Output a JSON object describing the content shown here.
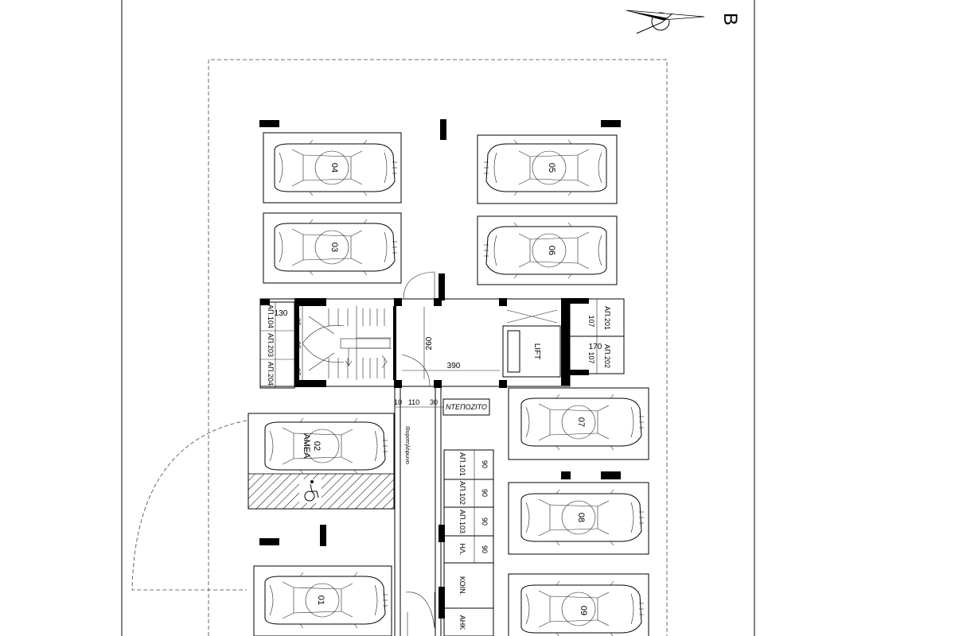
{
  "north": {
    "letter": "B"
  },
  "parking": {
    "spaces": [
      {
        "id": "04",
        "accessible_label": ""
      },
      {
        "id": "05",
        "accessible_label": ""
      },
      {
        "id": "03",
        "accessible_label": ""
      },
      {
        "id": "06",
        "accessible_label": ""
      },
      {
        "id": "07",
        "accessible_label": ""
      },
      {
        "id": "02",
        "accessible_label": "ΑΜΕΑ"
      },
      {
        "id": "08",
        "accessible_label": ""
      },
      {
        "id": "01",
        "accessible_label": ""
      },
      {
        "id": "09",
        "accessible_label": ""
      }
    ]
  },
  "storage_left": [
    {
      "label": "ΑΠ.104",
      "size": "85"
    },
    {
      "label": "ΑΠ.203",
      "size": "85"
    },
    {
      "label": "ΑΠ.204",
      "size": "85"
    }
  ],
  "storage_left_width": "130",
  "storage_right": [
    {
      "label": "ΑΠ.201",
      "size": "107"
    },
    {
      "label": "ΑΠ.202",
      "size": "107"
    }
  ],
  "storage_right_width": "170",
  "lower_rooms": [
    {
      "label": "ΑΠ.101",
      "size": "90"
    },
    {
      "label": "ΑΠ.102",
      "size": "90"
    },
    {
      "label": "ΑΠ.103",
      "size": "90"
    },
    {
      "label": "ΗΛ.",
      "size": "90"
    },
    {
      "label": "ΚΟΙΝ.",
      "size": ""
    },
    {
      "label": "ΑΗΚ",
      "size": ""
    }
  ],
  "core": {
    "lift_label": "LIFT",
    "lobby_width": "390",
    "lobby_depth": "260"
  },
  "entrance": {
    "dim_a": "10",
    "dim_b": "110",
    "dim_c": "30",
    "storeroom_label": "ΝΤΕΠΟΖΙΤΟ",
    "door_note": "Θυροτηλέφωνο"
  }
}
